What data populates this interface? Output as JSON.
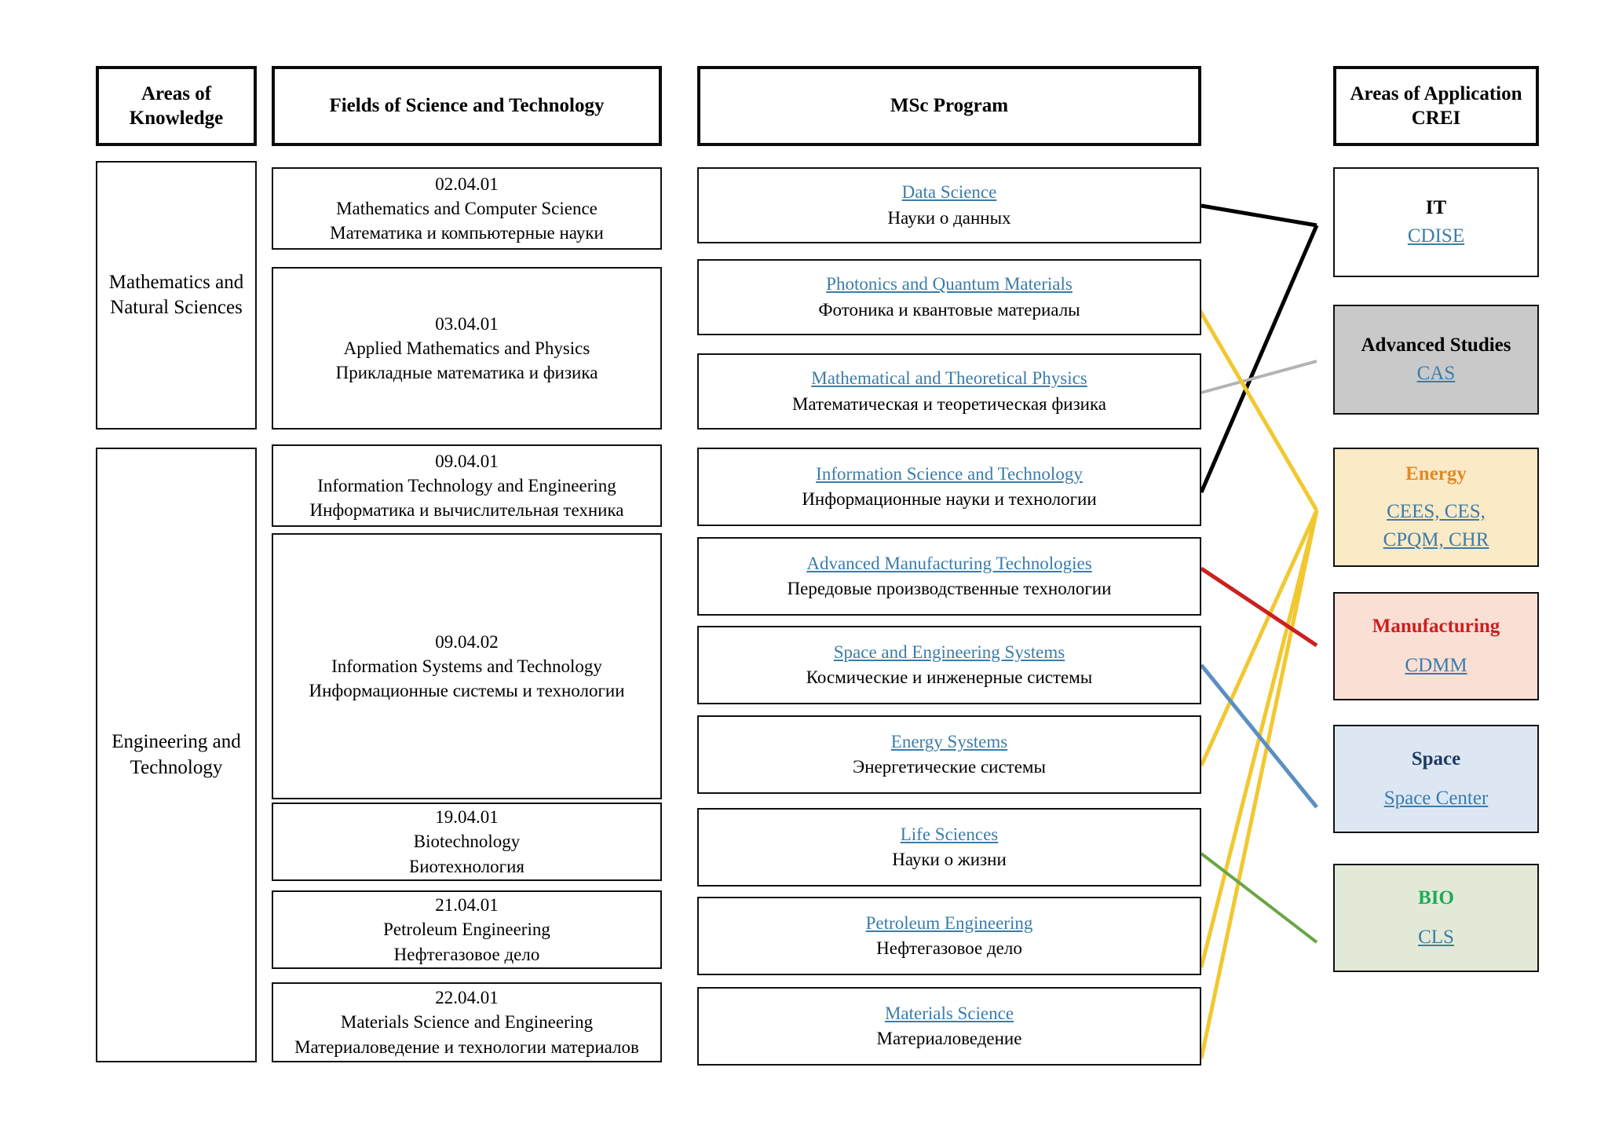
{
  "headers": {
    "col1": "Areas of\nKnowledge",
    "col1_l1": "Areas of",
    "col1_l2": "Knowledge",
    "col2": "Fields of Science and Technology",
    "col3": "MSc Program",
    "col4_l1": "Areas of Application",
    "col4_l2": "CREI"
  },
  "areas_of_knowledge": [
    {
      "l1": "Mathematics and",
      "l2": "Natural Sciences"
    },
    {
      "l1": "Engineering and",
      "l2": "Technology"
    }
  ],
  "fields": [
    {
      "code": "02.04.01",
      "en": "Mathematics and Computer Science",
      "ru": "Математика и компьютерные науки"
    },
    {
      "code": "03.04.01",
      "en": "Applied Mathematics and Physics",
      "ru": "Прикладные математика и физика"
    },
    {
      "code": "09.04.01",
      "en": "Information Technology and Engineering",
      "ru": "Информатика и вычислительная техника"
    },
    {
      "code": "09.04.02",
      "en": "Information Systems and Technology",
      "ru": "Информационные системы и технологии"
    },
    {
      "code": "19.04.01",
      "en": "Biotechnology",
      "ru": "Биотехнология"
    },
    {
      "code": "21.04.01",
      "en": "Petroleum Engineering",
      "ru": "Нефтегазовое дело"
    },
    {
      "code": "22.04.01",
      "en": "Materials Science and Engineering",
      "ru": "Материаловедение и технологии материалов"
    }
  ],
  "msc_programs": [
    {
      "en": "Data Science",
      "ru": "Науки о данных"
    },
    {
      "en": "Photonics and Quantum Materials",
      "ru": "Фотоника и квантовые материалы"
    },
    {
      "en": "Mathematical and Theoretical Physics",
      "ru": "Математическая и теоретическая физика"
    },
    {
      "en": "Information Science and Technology",
      "ru": "Информационные науки и технологии"
    },
    {
      "en": "Advanced Manufacturing Technologies",
      "ru": "Передовые производственные технологии"
    },
    {
      "en": "Space and Engineering Systems",
      "ru": "Космические и инженерные системы"
    },
    {
      "en": "Energy Systems",
      "ru": "Энергетические системы"
    },
    {
      "en": "Life Sciences",
      "ru": "Науки о жизни"
    },
    {
      "en": "Petroleum Engineering",
      "ru": "Нефтегазовое дело"
    },
    {
      "en": "Materials Science",
      "ru": "Материаловедение"
    }
  ],
  "areas_of_application": [
    {
      "title": "IT",
      "centers": "CDISE",
      "fill": "#ffffff",
      "title_color": "#000000"
    },
    {
      "title": "Advanced Studies",
      "centers": "CAS",
      "fill": "#c9c9c9",
      "title_color": "#000000"
    },
    {
      "title": "Energy",
      "centers_line1": "CEES, CES,",
      "centers_line2": "CPQM, CHR",
      "fill": "#fbeac6",
      "title_color": "#e08a28"
    },
    {
      "title": "Manufacturing",
      "centers": "CDMM",
      "fill": "#fadfd5",
      "title_color": "#cc1f1f"
    },
    {
      "title": "Space",
      "centers": "Space Center",
      "fill": "#dde7f4",
      "title_color": "#1f3a63"
    },
    {
      "title": "BIO",
      "centers": "CLS",
      "fill": "#e2ead7",
      "title_color": "#1faa5a"
    }
  ],
  "link_colors": {
    "it": "#000000",
    "advanced_studies": "#b3b3b3",
    "energy": "#f2c830",
    "manufacturing": "#cc1f1f",
    "space": "#5b8ec4",
    "bio": "#6aa544"
  },
  "connections": [
    {
      "from": "Data Science",
      "to": "IT",
      "color": "#000000"
    },
    {
      "from": "Information Science and Technology",
      "to": "IT",
      "color": "#000000"
    },
    {
      "from": "Mathematical and Theoretical Physics",
      "to": "Advanced Studies",
      "color": "#b3b3b3"
    },
    {
      "from": "Photonics and Quantum Materials",
      "to": "Energy",
      "color": "#f2c830"
    },
    {
      "from": "Energy Systems",
      "to": "Energy",
      "color": "#f2c830"
    },
    {
      "from": "Petroleum Engineering",
      "to": "Energy",
      "color": "#f2c830"
    },
    {
      "from": "Materials Science",
      "to": "Energy",
      "color": "#f2c830"
    },
    {
      "from": "Advanced Manufacturing Technologies",
      "to": "Manufacturing",
      "color": "#cc1f1f"
    },
    {
      "from": "Space and Engineering Systems",
      "to": "Space",
      "color": "#5b8ec4"
    },
    {
      "from": "Life Sciences",
      "to": "BIO",
      "color": "#6aa544"
    }
  ]
}
